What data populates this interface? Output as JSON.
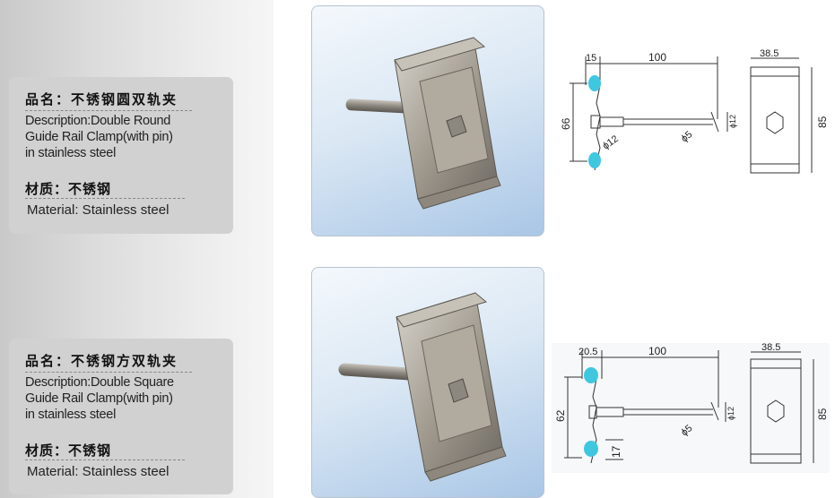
{
  "products": [
    {
      "name_cn": "品名：不锈钢圆双轨夹",
      "description": "Description:Double Round\nGuide Rail Clamp(with pin)\nin stainless steel",
      "material_cn": "材质：不锈钢",
      "material": "Material: Stainless steel",
      "drawing": {
        "dim_top_left": "15",
        "dim_top_length": "100",
        "dim_height": "66",
        "dim_pin_dia": "ϕ12",
        "dim_rod_dia": "ϕ5",
        "dim_rod_end": "ϕ12",
        "dim_side_width": "38.5",
        "dim_side_height": "85"
      }
    },
    {
      "name_cn": "品名：不锈钢方双轨夹",
      "description": "Description:Double Square\nGuide Rail Clamp(with pin)\nin stainless steel",
      "material_cn": "材质：不锈钢",
      "material": "Material: Stainless steel",
      "drawing": {
        "dim_top_left": "20.5",
        "dim_top_length": "100",
        "dim_height": "62",
        "dim_bottom": "17",
        "dim_rod_dia": "ϕ5",
        "dim_rod_end": "ϕ12",
        "dim_side_width": "38.5",
        "dim_side_height": "85"
      }
    }
  ],
  "colors": {
    "card_bg": "#d1d1d1",
    "rail_blue": "#3fc7e0",
    "photo_blue": "#a9c6e6"
  }
}
